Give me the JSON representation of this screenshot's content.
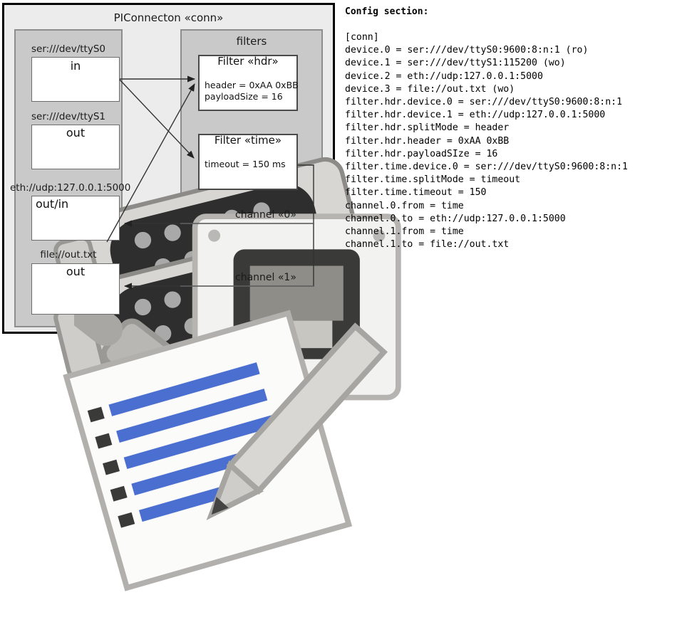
{
  "diagram": {
    "frame_title": "PIConnecton «conn»",
    "left_panel": {
      "devices": [
        {
          "label": "ser:///dev/ttyS0",
          "mode": "in",
          "icon": "serial-port-icon"
        },
        {
          "label": "ser:///dev/ttyS1",
          "mode": "out",
          "icon": "serial-port-icon"
        },
        {
          "label": "eth://udp:127.0.0.1:5000",
          "mode": "out/in",
          "icon": "ethernet-jack-icon"
        },
        {
          "label": "file://out.txt",
          "mode": "out",
          "icon": "text-document-icon"
        }
      ]
    },
    "filters_panel": {
      "title": "filters",
      "filters": [
        {
          "title": "Filter «hdr»",
          "attrs": [
            "header = 0xAA 0xBB",
            "payloadSize = 16"
          ]
        },
        {
          "title": "Filter «time»",
          "attrs": [
            "timeout = 150 ms"
          ]
        }
      ],
      "channels": [
        {
          "label": "channel «0»"
        },
        {
          "label": "channel «1»"
        }
      ]
    }
  },
  "config": {
    "heading": "Config section:",
    "lines": [
      "[conn]",
      "device.0 = ser:///dev/ttyS0:9600:8:n:1 (ro)",
      "device.1 = ser:///dev/ttyS1:115200 (wo)",
      "device.2 = eth://udp:127.0.0.1:5000",
      "device.3 = file://out.txt (wo)",
      "filter.hdr.device.0 = ser:///dev/ttyS0:9600:8:n:1",
      "filter.hdr.device.1 = eth://udp:127.0.0.1:5000",
      "filter.hdr.splitMode = header",
      "filter.hdr.header = 0xAA 0xBB",
      "filter.hdr.payloadSIze = 16",
      "filter.time.device.0 = ser:///dev/ttyS0:9600:8:n:1",
      "filter.time.splitMode = timeout",
      "filter.time.timeout = 150",
      "channel.0.from = time",
      "channel.0.to = eth://udp:127.0.0.1:5000",
      "channel.1.from = time",
      "channel.1.to = file://out.txt"
    ]
  },
  "colors": {
    "frame_bg": "#ececec",
    "panel_bg": "#c9c9c9",
    "box_bg": "#ffffff",
    "line": "#333333"
  }
}
